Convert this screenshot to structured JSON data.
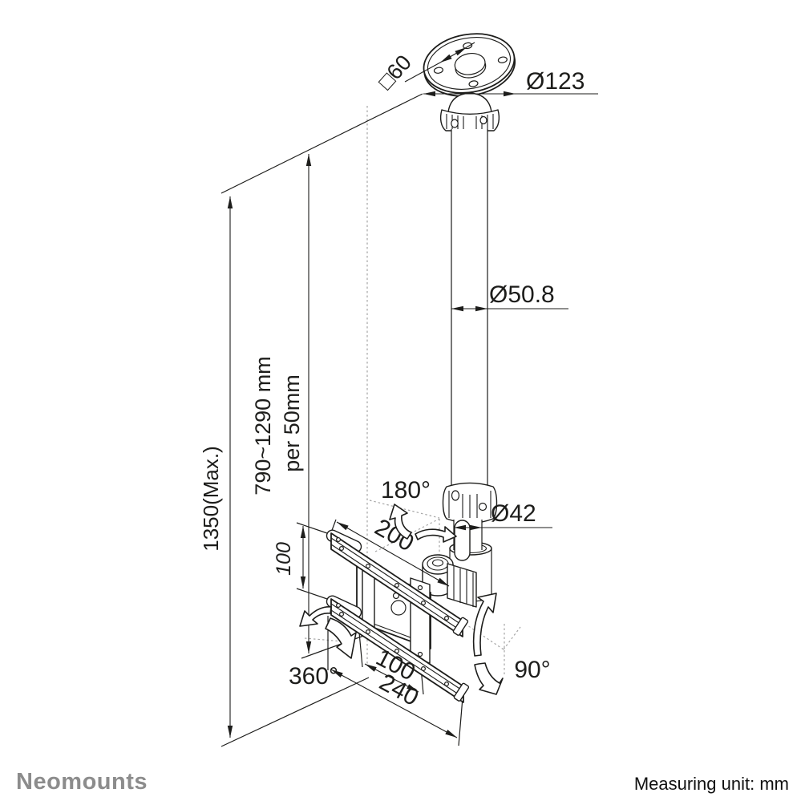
{
  "diagram": {
    "labels": {
      "square60": "□60",
      "dia123": "Ø123",
      "dia508": "Ø50.8",
      "dia42": "Ø42",
      "height_max": "1350(Max.)",
      "height_range": "790~1290 mm",
      "height_step": "per 50mm",
      "arm200": "200",
      "vesa100_left": "100",
      "vesa100_bottom": "100",
      "width240": "240",
      "swivel180": "180°",
      "rotate360": "360°",
      "tilt90": "90°"
    },
    "colors": {
      "line": "#1d1d1b",
      "construction": "#a5a5a5",
      "brand_gray": "#8c8c8c",
      "background": "#ffffff"
    }
  },
  "footer": {
    "brand": "Neomounts",
    "unit_note": "Measuring unit: mm"
  }
}
